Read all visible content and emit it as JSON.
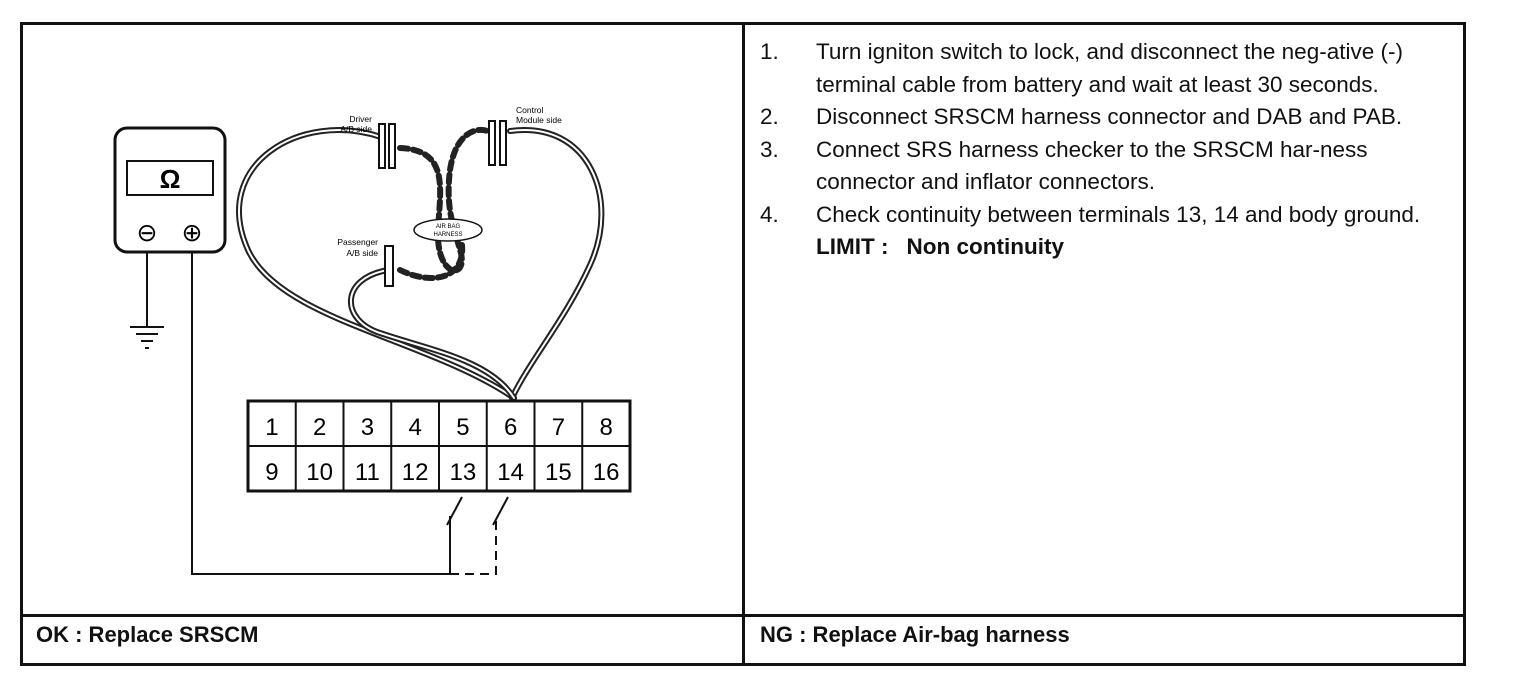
{
  "meter": {
    "symbol": "Ω",
    "minus": "⊖",
    "plus": "⊕"
  },
  "labels": {
    "driver": [
      "Driver",
      "A/B side"
    ],
    "control": [
      "Control",
      "Module side"
    ],
    "harness": [
      "AIR BAG",
      "HARNESS"
    ],
    "passenger": [
      "Passenger",
      "A/B side"
    ]
  },
  "connector": {
    "top": [
      "1",
      "2",
      "3",
      "4",
      "5",
      "6",
      "7",
      "8"
    ],
    "bottom": [
      "9",
      "10",
      "11",
      "12",
      "13",
      "14",
      "15",
      "16"
    ]
  },
  "steps": [
    {
      "num": "1.",
      "text": "Turn igniton switch to lock, and disconnect the neg-ative (-) terminal cable from battery and wait at least 30 seconds."
    },
    {
      "num": "2.",
      "text": "Disconnect SRSCM harness connector and DAB and PAB."
    },
    {
      "num": "3.",
      "text": "Connect SRS harness checker to the SRSCM har-ness connector and inflator connectors."
    },
    {
      "num": "4.",
      "text": "Check continuity between terminals 13, 14 and body ground."
    }
  ],
  "limit": {
    "label": "LIMIT :",
    "value": "Non continuity"
  },
  "footer": {
    "ok": "OK : Replace SRSCM",
    "ng": "NG : Replace Air-bag harness"
  }
}
